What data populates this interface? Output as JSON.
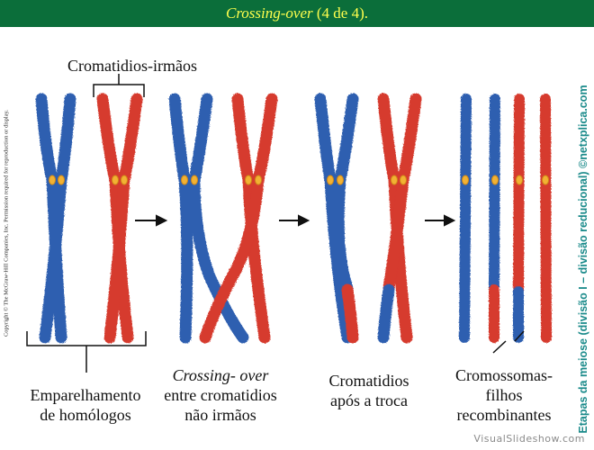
{
  "title": {
    "italic": "Crossing-over",
    "rest": " (4 de 4)."
  },
  "labels": {
    "sister_chromatids": "Cromatidios-irmãos",
    "stage1_line1": "Emparelhamento",
    "stage1_line2": "de homólogos",
    "stage2_line1": "Crossing- over",
    "stage2_line2": "entre cromatidios",
    "stage2_line3": "não irmãos",
    "stage3_line1": "Cromatidios",
    "stage3_line2": "após a troca",
    "stage4_line1": "Cromossomas-",
    "stage4_line2": "filhos",
    "stage4_line3": "recombinantes"
  },
  "side_caption": "Etapas da meiose (divisão I – divisão reducional) ©netxplica.com",
  "copyright": "Copyright © The McGraw-Hill Companies, Inc. Permission required for reproduction or display.",
  "watermark": "VisualSlideshow.com",
  "colors": {
    "header_bg": "#0b6e3a",
    "title_text": "#ffff4d",
    "maternal": "#2f5fb0",
    "paternal": "#d63a2e",
    "centromere": "#f2b233",
    "side_text": "#1a8a8a"
  },
  "icons": [
    "arrow-right-icon"
  ]
}
